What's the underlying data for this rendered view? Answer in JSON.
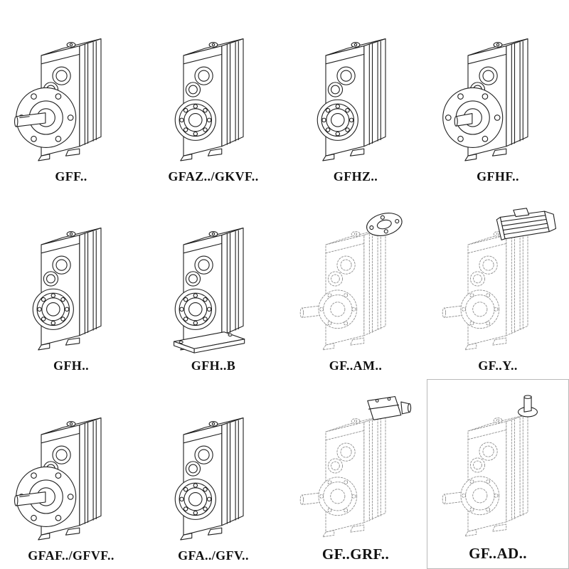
{
  "page": {
    "background": "#ffffff",
    "line_color": "#1f1f1f",
    "dashed_line_color": "#8d8d8d"
  },
  "grid": {
    "items": [
      {
        "label": "GFF..",
        "variant": "flange-with-output-shaft",
        "symbol": "#v-flange-shaft"
      },
      {
        "label": "GFAZ../GKVF..",
        "variant": "hollow-shaft",
        "symbol": "#v-hollow"
      },
      {
        "label": "GFHZ..",
        "variant": "hollow-shrink-disc",
        "symbol": "#v-hollow"
      },
      {
        "label": "GFHF..",
        "variant": "flange-hollow",
        "symbol": "#v-flange-stub"
      },
      {
        "label": "GFH..",
        "variant": "hollow-shaft",
        "symbol": "#v-hollow"
      },
      {
        "label": "GFH..B",
        "variant": "hollow-shaft-base-plate",
        "symbol": "#v-hollow-base"
      },
      {
        "label": "GF..AM..",
        "variant": "iec-motor-adapter",
        "symbol": "#v-am"
      },
      {
        "label": "GF..Y..",
        "variant": "mounted-motor",
        "symbol": "#v-motor"
      },
      {
        "label": "GFAF../GFVF..",
        "variant": "flange-with-output-shaft",
        "symbol": "#v-flange-shaft"
      },
      {
        "label": "GFA../GFV..",
        "variant": "hollow-shaft",
        "symbol": "#v-hollow"
      },
      {
        "label": "GF..GRF..",
        "variant": "gear-adapter",
        "symbol": "#v-grf"
      },
      {
        "label": "GF..AD..",
        "variant": "input-shaft-adapter",
        "symbol": "#v-ad"
      }
    ]
  }
}
